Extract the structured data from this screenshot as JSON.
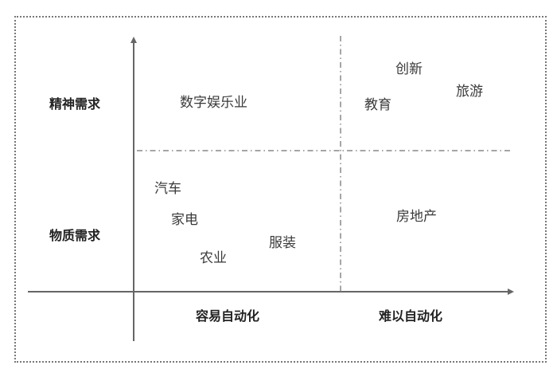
{
  "diagram": {
    "type": "quadrant-matrix",
    "y_axis": {
      "labels": [
        {
          "text": "精神需求",
          "position": "upper"
        },
        {
          "text": "物质需求",
          "position": "lower"
        }
      ]
    },
    "x_axis": {
      "labels": [
        {
          "text": "容易自动化",
          "position": "left"
        },
        {
          "text": "难以自动化",
          "position": "right"
        }
      ]
    },
    "quadrants": {
      "top_left": [
        "数字娱乐业"
      ],
      "top_right": [
        "创新",
        "教育",
        "旅游"
      ],
      "bottom_left": [
        "汽车",
        "家电",
        "农业",
        "服装"
      ],
      "bottom_right": [
        "房地产"
      ]
    },
    "items": {
      "digital_entertainment": "数字娱乐业",
      "innovation": "创新",
      "education": "教育",
      "tourism": "旅游",
      "automobile": "汽车",
      "appliances": "家电",
      "agriculture": "农业",
      "apparel": "服装",
      "real_estate": "房地产"
    },
    "colors": {
      "axis": "#666666",
      "divider": "#888888",
      "frame": "#777777",
      "text": "#333333"
    }
  }
}
